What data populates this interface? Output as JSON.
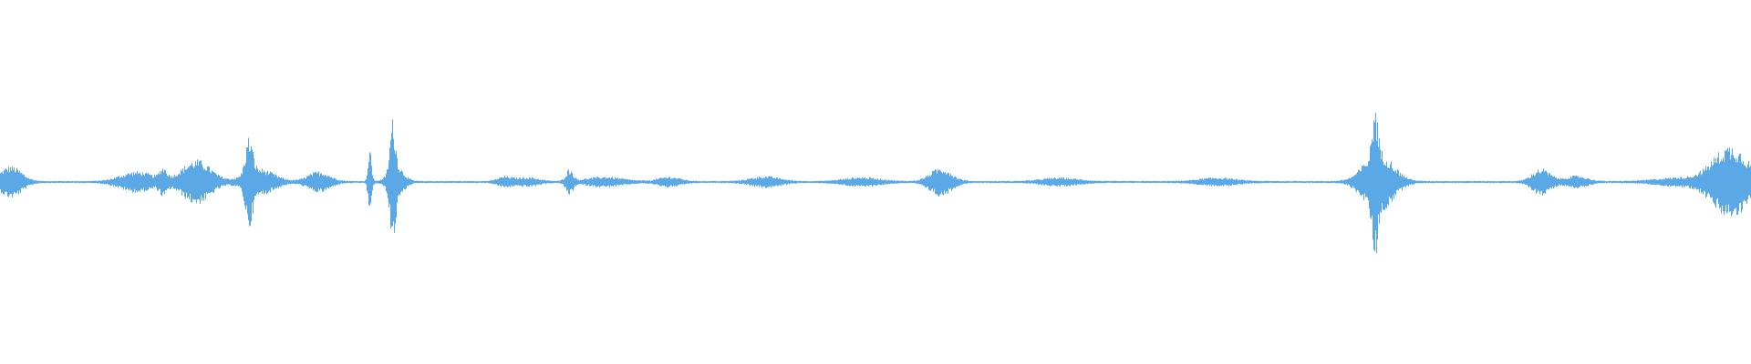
{
  "waveform": {
    "color": "#5aa9e6",
    "background": "#ffffff",
    "baseline_amplitude": 0.006,
    "events": [
      {
        "position": 0.006,
        "amplitude": 0.085,
        "spread": 0.006
      },
      {
        "position": 0.078,
        "amplitude": 0.055,
        "spread": 0.009
      },
      {
        "position": 0.093,
        "amplitude": 0.06,
        "spread": 0.002
      },
      {
        "position": 0.112,
        "amplitude": 0.12,
        "spread": 0.008
      },
      {
        "position": 0.142,
        "amplitude": 0.2,
        "spread": 0.002
      },
      {
        "position": 0.148,
        "amplitude": 0.07,
        "spread": 0.008
      },
      {
        "position": 0.182,
        "amplitude": 0.055,
        "spread": 0.006
      },
      {
        "position": 0.211,
        "amplitude": 0.17,
        "spread": 0.001
      },
      {
        "position": 0.224,
        "amplitude": 0.27,
        "spread": 0.0015
      },
      {
        "position": 0.226,
        "amplitude": 0.09,
        "spread": 0.004
      },
      {
        "position": 0.288,
        "amplitude": 0.025,
        "spread": 0.004
      },
      {
        "position": 0.301,
        "amplitude": 0.022,
        "spread": 0.006
      },
      {
        "position": 0.325,
        "amplitude": 0.065,
        "spread": 0.002
      },
      {
        "position": 0.345,
        "amplitude": 0.025,
        "spread": 0.01
      },
      {
        "position": 0.382,
        "amplitude": 0.025,
        "spread": 0.006
      },
      {
        "position": 0.437,
        "amplitude": 0.028,
        "spread": 0.008
      },
      {
        "position": 0.492,
        "amplitude": 0.022,
        "spread": 0.01
      },
      {
        "position": 0.537,
        "amplitude": 0.075,
        "spread": 0.006
      },
      {
        "position": 0.605,
        "amplitude": 0.02,
        "spread": 0.01
      },
      {
        "position": 0.695,
        "amplitude": 0.02,
        "spread": 0.01
      },
      {
        "position": 0.785,
        "amplitude": 0.28,
        "spread": 0.0015
      },
      {
        "position": 0.787,
        "amplitude": 0.17,
        "spread": 0.008
      },
      {
        "position": 0.88,
        "amplitude": 0.07,
        "spread": 0.005
      },
      {
        "position": 0.9,
        "amplitude": 0.03,
        "spread": 0.006
      },
      {
        "position": 0.957,
        "amplitude": 0.02,
        "spread": 0.012
      },
      {
        "position": 0.988,
        "amplitude": 0.2,
        "spread": 0.01
      }
    ]
  }
}
